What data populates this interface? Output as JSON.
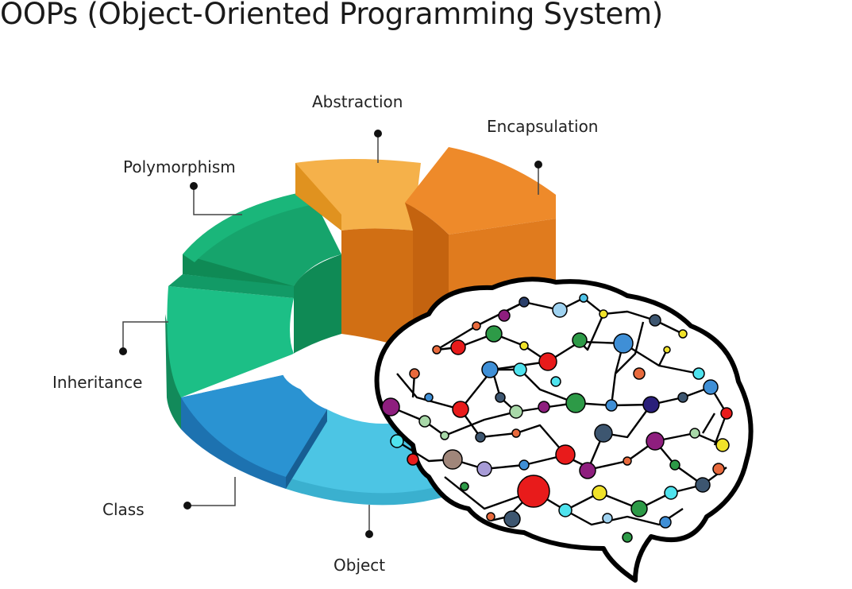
{
  "title": "OOPs (Object-Oriented Programming System)",
  "concepts": [
    {
      "key": "abstraction",
      "label": "Abstraction"
    },
    {
      "key": "encapsulation",
      "label": "Encapsulation"
    },
    {
      "key": "polymorphism",
      "label": "Polymorphism"
    },
    {
      "key": "inheritance",
      "label": "Inheritance"
    },
    {
      "key": "class",
      "label": "Class"
    },
    {
      "key": "object",
      "label": "Object"
    }
  ],
  "colors": {
    "abstraction": "#f2a33a",
    "encapsulation": "#ee8a2a",
    "polymorphism": "#16a46c",
    "inheritance": "#1cbf86",
    "class": "#2a93d2",
    "object": "#4cc5e4"
  }
}
